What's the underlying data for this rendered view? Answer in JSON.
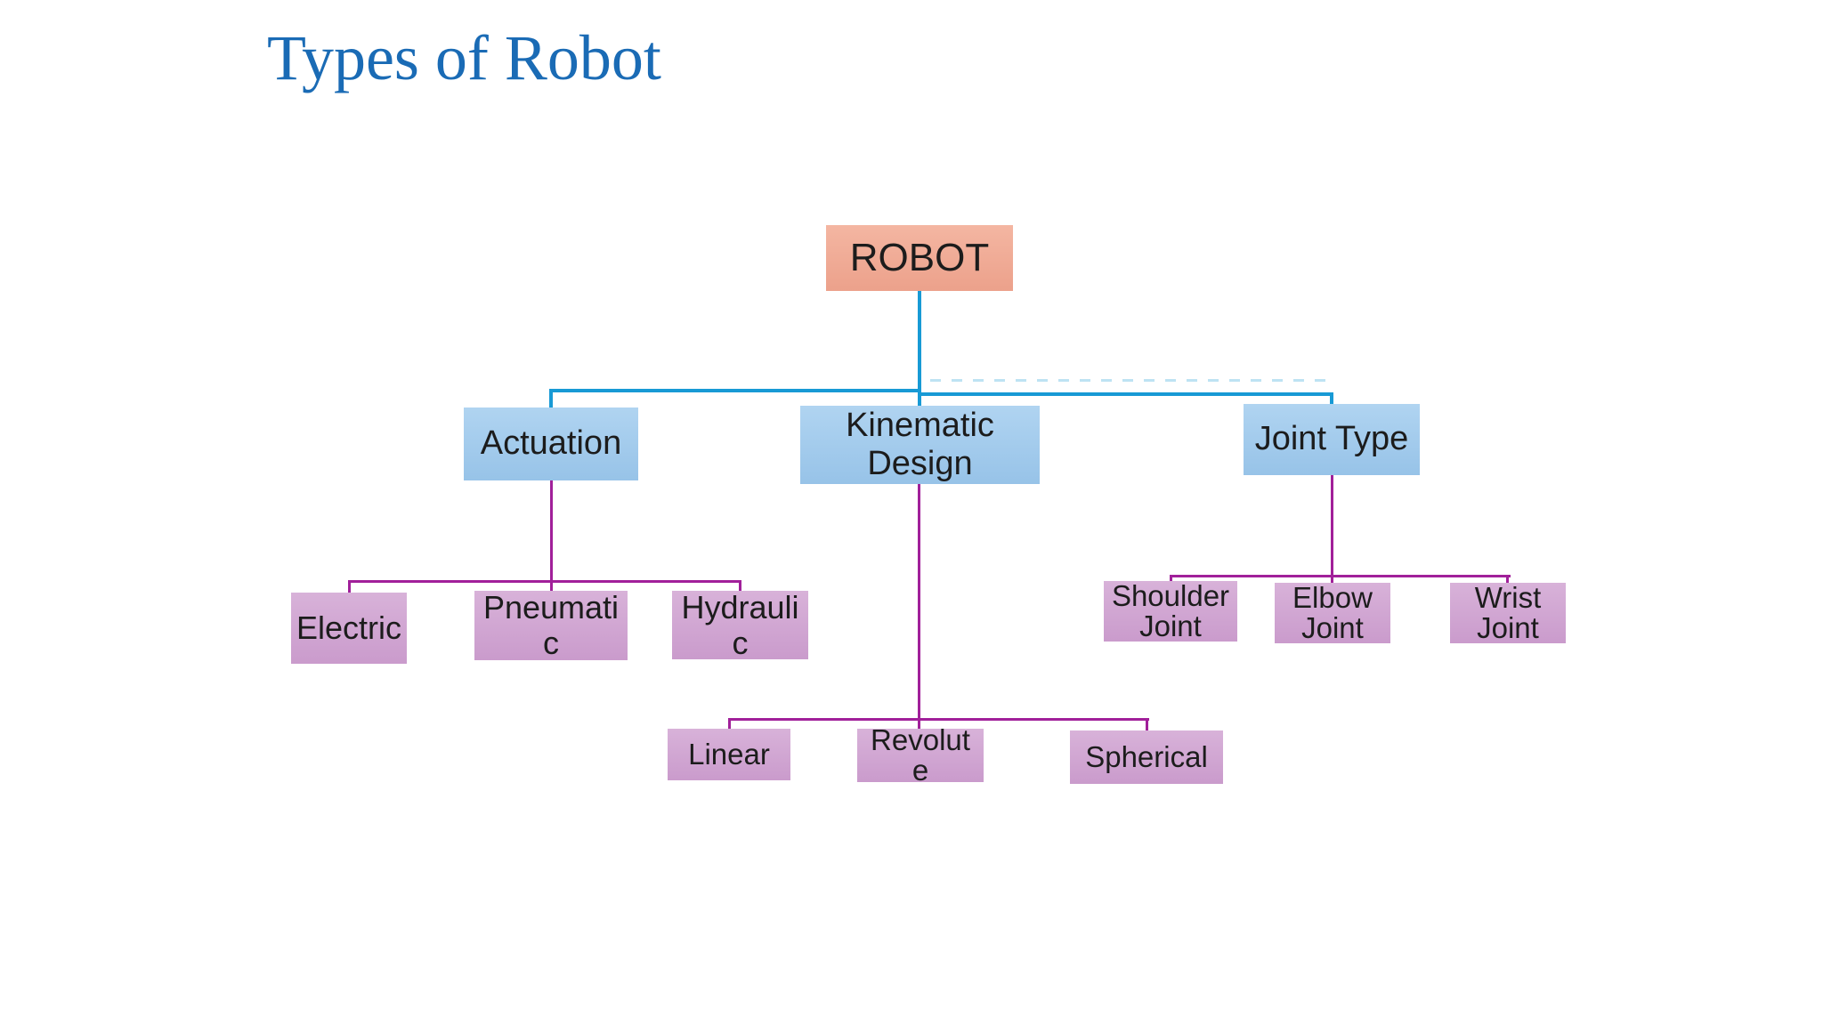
{
  "title": "Types of Robot",
  "colors": {
    "background": "#ffffff",
    "title_text": "#1a6bb5",
    "node_text": "#1c1c1c",
    "root_fill_top": "#f4b6a2",
    "root_fill_bottom": "#eca18b",
    "branch_fill_top": "#b0d4f1",
    "branch_fill_bottom": "#97c3e8",
    "leaf_fill_top": "#d8b2d9",
    "leaf_fill_bottom": "#ca9bcc",
    "connector_blue": "#189ad5",
    "connector_magenta": "#a1209a"
  },
  "tree": {
    "root": {
      "label": "ROBOT"
    },
    "branches": [
      {
        "label": "Actuation",
        "children": [
          {
            "label": "Electric"
          },
          {
            "label": "Pneumati\nc"
          },
          {
            "label": "Hydrauli\nc"
          }
        ]
      },
      {
        "label": "Kinematic\nDesign",
        "children": [
          {
            "label": "Linear"
          },
          {
            "label": "Revolut\ne"
          },
          {
            "label": "Spherical"
          }
        ]
      },
      {
        "label": "Joint Type",
        "children": [
          {
            "label": "Shoulder\nJoint"
          },
          {
            "label": "Elbow\nJoint"
          },
          {
            "label": "Wrist\nJoint"
          }
        ]
      }
    ]
  }
}
